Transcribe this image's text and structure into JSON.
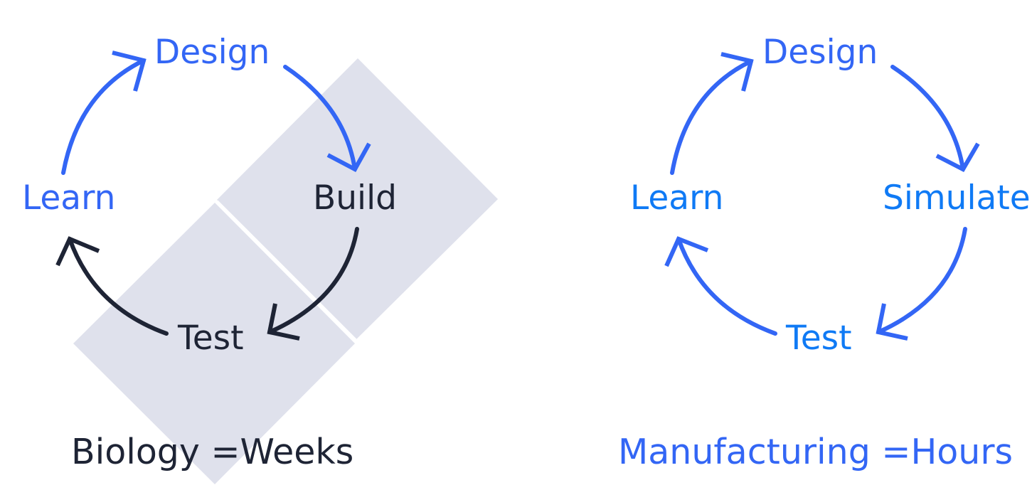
{
  "colors": {
    "blue": "#3366f5",
    "light_blue": "#0f7af5",
    "dark": "#1e2435",
    "diamond_fill": "#dfe1ec"
  },
  "left_cycle": {
    "nodes": {
      "design": "Design",
      "build": "Build",
      "test": "Test",
      "learn": "Learn"
    },
    "caption": "Biology =Weeks",
    "arrows": [
      {
        "from": "learn",
        "to": "design",
        "color": "blue"
      },
      {
        "from": "design",
        "to": "build",
        "color": "blue"
      },
      {
        "from": "build",
        "to": "test",
        "color": "dark"
      },
      {
        "from": "test",
        "to": "learn",
        "color": "dark"
      }
    ],
    "highlighted_steps": [
      "build",
      "test"
    ]
  },
  "right_cycle": {
    "nodes": {
      "design": "Design",
      "simulate": "Simulate",
      "test": "Test",
      "learn": "Learn"
    },
    "caption": "Manufacturing =Hours",
    "arrows": [
      {
        "from": "learn",
        "to": "design",
        "color": "blue"
      },
      {
        "from": "design",
        "to": "simulate",
        "color": "blue"
      },
      {
        "from": "simulate",
        "to": "test",
        "color": "blue"
      },
      {
        "from": "test",
        "to": "learn",
        "color": "blue"
      }
    ]
  }
}
